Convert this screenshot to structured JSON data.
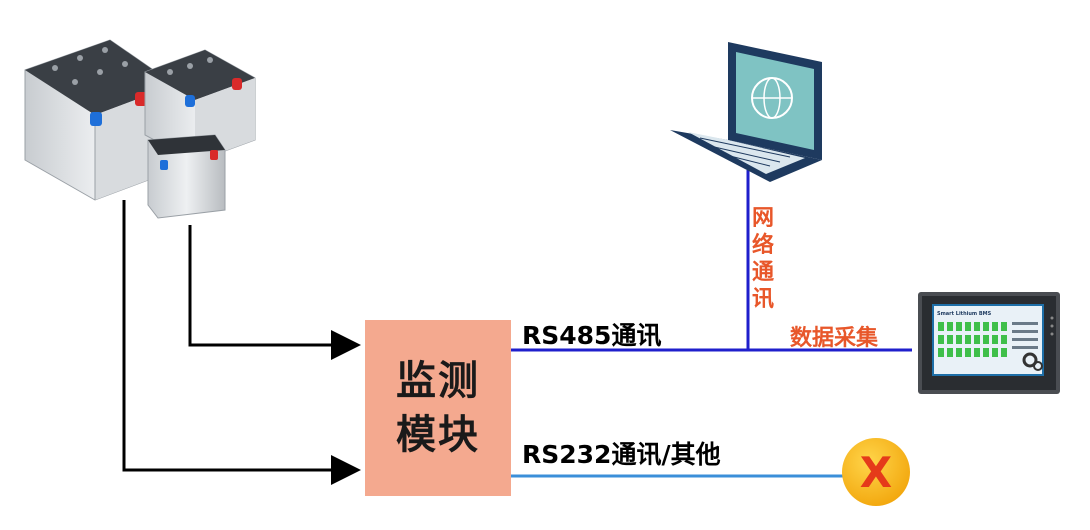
{
  "module": {
    "line1": "监测",
    "line2": "模块"
  },
  "links": {
    "rs485": "RS485通讯",
    "rs232": "RS232通讯/其他",
    "network": [
      "网",
      "络",
      "通",
      "讯"
    ],
    "data_collection": "数据采集"
  },
  "hmi": {
    "title": "Smart Lithium BMS"
  },
  "fail_marker": {
    "symbol": "X"
  },
  "colors": {
    "rs485_line": "#1f1fcc",
    "rs232_line": "#3b8fd9",
    "module_fill": "#f4a98f",
    "label_orange": "#e8572a",
    "marker_fill": "#f9b91a",
    "marker_x": "#e53a1a"
  }
}
